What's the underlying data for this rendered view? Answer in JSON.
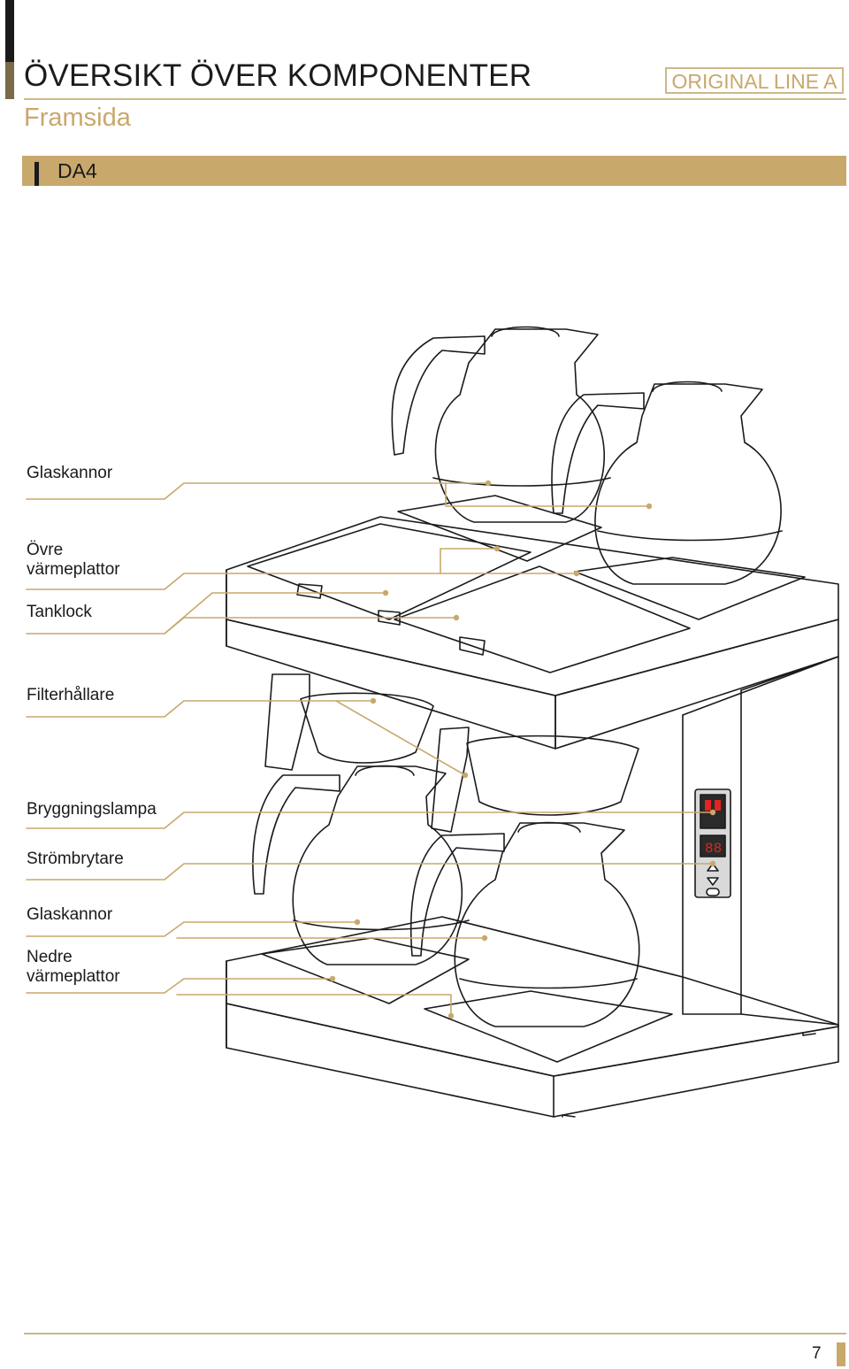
{
  "header": {
    "title": "ÖVERSIKT ÖVER KOMPONENTER",
    "subtitle": "Framsida",
    "model_badge": "ORIGINAL LINE A"
  },
  "section": {
    "label": "DA4"
  },
  "callouts": {
    "glass_jugs_top": "Glaskannor",
    "upper_hotplates_line1": "Övre",
    "upper_hotplates_line2": "värmeplattor",
    "tank_lid": "Tanklock",
    "filter_holder": "Filterhållare",
    "brewing_lamp": "Bryggningslampa",
    "power_switch": "Strömbrytare",
    "glass_jugs_bottom": "Glaskannor",
    "lower_hotplates_line1": "Nedre",
    "lower_hotplates_line2": "värmeplattor"
  },
  "footer": {
    "page_number": "7"
  },
  "colors": {
    "accent_gold": "#c9a86c",
    "rule_gold": "#cdb888",
    "ink": "#1a1a1a",
    "display_red": "#e0261f"
  },
  "icons": {
    "display_arrow_up": "arrow-up-icon",
    "display_arrow_down": "arrow-down-icon",
    "display_power": "power-icon"
  }
}
